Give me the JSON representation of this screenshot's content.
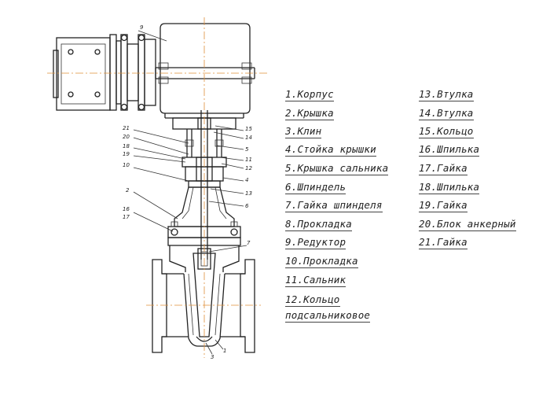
{
  "legend_left": [
    "1.Корпус",
    "2.Крышка",
    "3.Клин",
    "4.Стойка крышки",
    "5.Крышка сальника",
    "6.Шпиндель",
    "7.Гайка шпинделя",
    "8.Прокладка",
    "9.Редуктор",
    "10.Прокладка",
    "11.Сальник",
    "12.Кольцо",
    "подсальниковое"
  ],
  "legend_right": [
    "13.Втулка",
    "14.Втулка",
    "15.Кольцо",
    "16.Шпилька",
    "17.Гайка",
    "18.Шпилька",
    "19.Гайка",
    "20.Блок анкерный",
    "21.Гайка"
  ],
  "callouts": {
    "c9": "9",
    "c21": "21",
    "c20": "20",
    "c18": "18",
    "c19": "19",
    "c10": "10",
    "c2": "2",
    "c16": "16",
    "c17": "17",
    "c15": "15",
    "c14": "14",
    "c5": "5",
    "c11": "11",
    "c12": "12",
    "c4": "4",
    "c13": "13",
    "c6": "6",
    "c7": "7",
    "c3": "3",
    "c1": "1"
  }
}
